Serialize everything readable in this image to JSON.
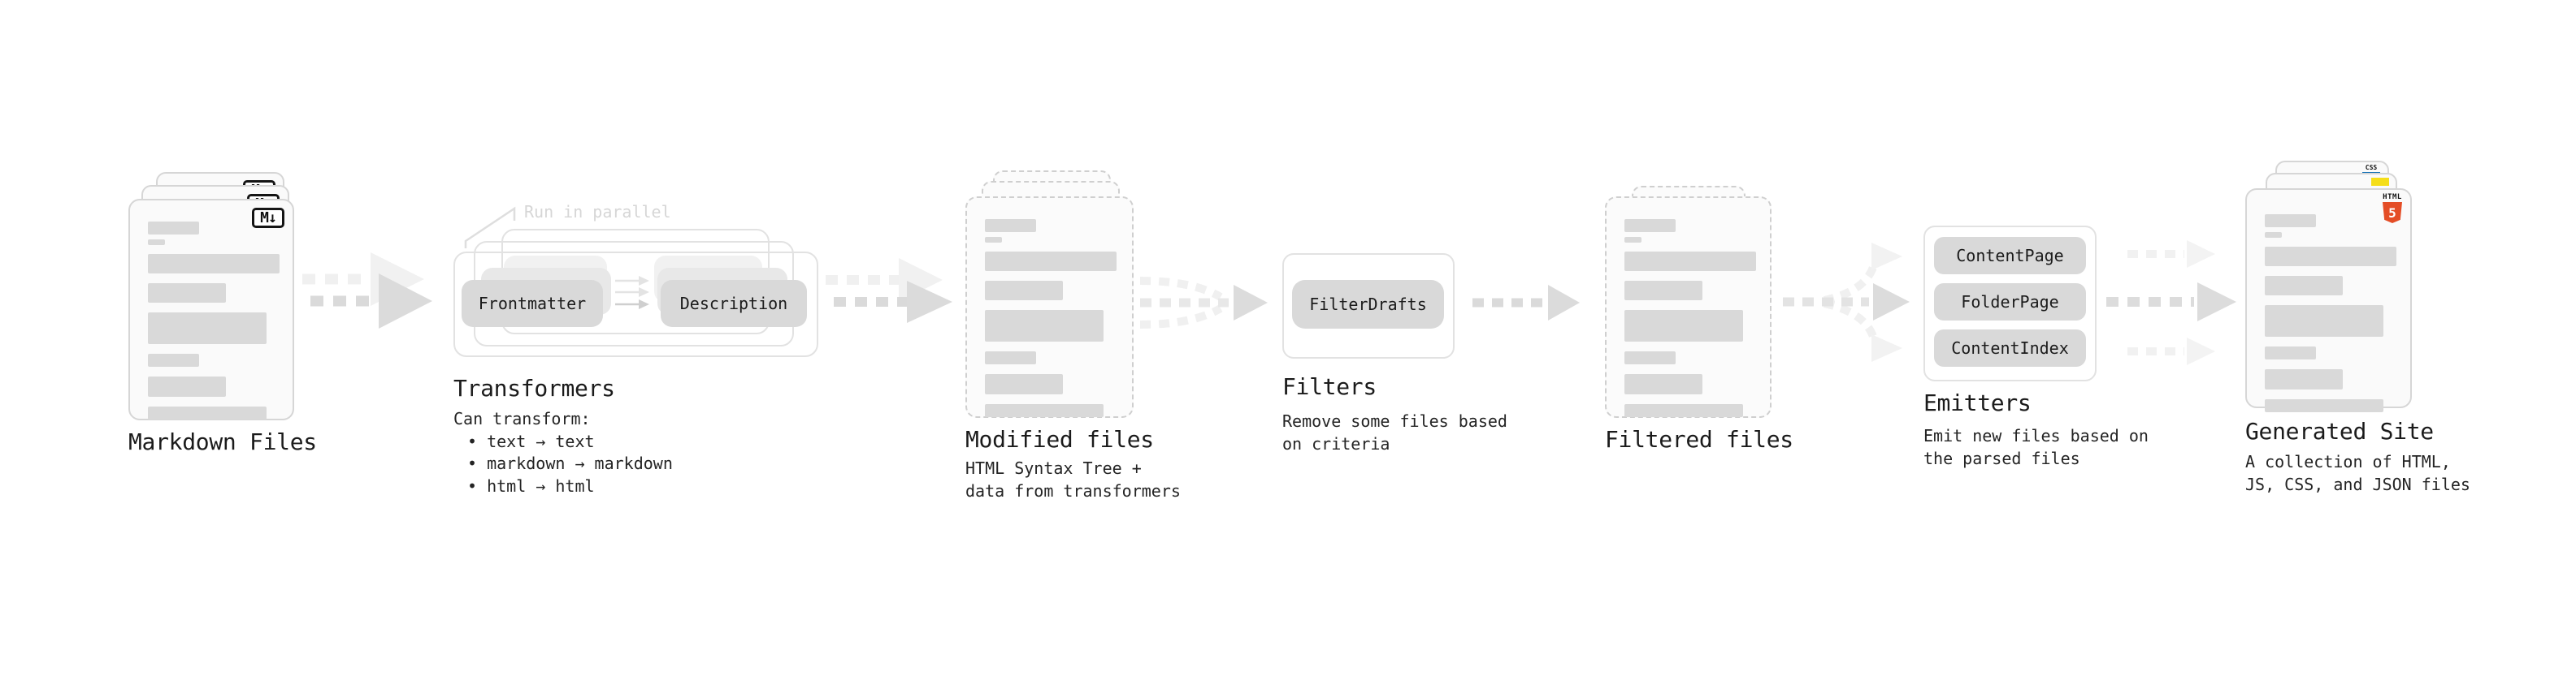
{
  "sections": {
    "markdown_files": {
      "title": "Markdown Files",
      "badge": "M↓"
    },
    "transformers": {
      "title": "Transformers",
      "note": "Run in parallel",
      "pills": [
        "Frontmatter",
        "Description"
      ],
      "description_lines": [
        "Can transform:",
        "• text → text",
        "• markdown → markdown",
        "• html → html"
      ]
    },
    "modified_files": {
      "title": "Modified files",
      "description_lines": [
        "HTML Syntax Tree +",
        "data from transformers"
      ]
    },
    "filters": {
      "title": "Filters",
      "pills": [
        "FilterDrafts"
      ],
      "description_lines": [
        "Remove some files based",
        "on criteria"
      ]
    },
    "filtered_files": {
      "title": "Filtered files"
    },
    "emitters": {
      "title": "Emitters",
      "pills": [
        "ContentPage",
        "FolderPage",
        "ContentIndex"
      ],
      "description_lines": [
        "Emit new files based on",
        "the parsed files"
      ]
    },
    "generated_site": {
      "title": "Generated Site",
      "description_lines": [
        "A collection of HTML,",
        "JS, CSS, and JSON files"
      ],
      "badges": {
        "css": "CSS",
        "html_label": "HTML",
        "html_number": "5"
      }
    }
  },
  "colors": {
    "background": "#ffffff",
    "card_fill": "#fafafa",
    "card_border": "#d6d6d6",
    "placeholder_bar": "#d9d9d9",
    "pill_fill": "#d9d9d9",
    "arrow_dark": "#dadada",
    "arrow_light": "#f0f0f0",
    "note_text": "#d6d6d6",
    "text": "#1b1b1b",
    "js_yellow": "#f5de19",
    "html5_orange": "#e44d26",
    "css_blue": "#1572b6"
  }
}
